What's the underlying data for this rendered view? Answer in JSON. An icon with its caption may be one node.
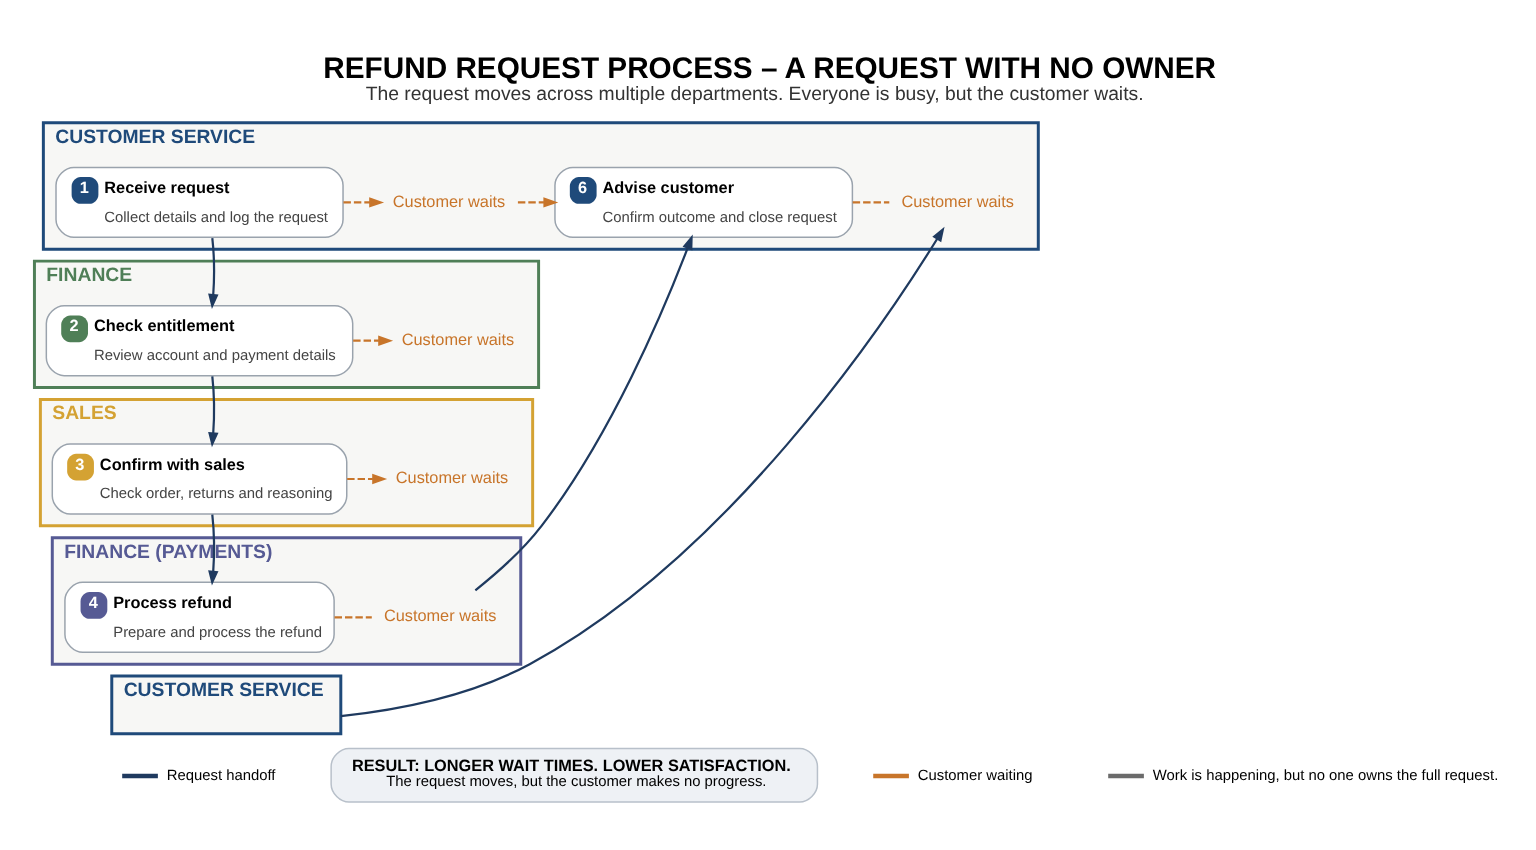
{
  "diagram": {
    "title": "REFUND REQUEST PROCESS – A REQUEST WITH NO OWNER",
    "caption": "The request moves across multiple departments. Everyone is busy, but the customer waits.",
    "nodes": [
      {
        "text": [
          "CUSTOMER SERVICE"
        ]
      },
      {
        "text": [
          "1",
          "Receive request",
          "Collect details and log the request"
        ],
        "in": 0
      },
      {
        "text": [
          "Customer waits"
        ],
        "in": 0
      },
      {
        "text": [
          "6",
          "Advise customer",
          "Confirm outcome and close request"
        ],
        "in": 0
      },
      {
        "text": [
          "Customer waits"
        ],
        "in": 0
      },
      {
        "text": [
          "FINANCE"
        ]
      },
      {
        "text": [
          "2",
          "Check entitlement",
          "Review account and payment details"
        ],
        "in": 5
      },
      {
        "text": [
          "Customer waits"
        ],
        "in": 5
      },
      {
        "text": [
          "SALES"
        ]
      },
      {
        "text": [
          "3",
          "Confirm with sales",
          "Check order, returns and reasoning"
        ],
        "in": 8
      },
      {
        "text": [
          "Customer waits"
        ],
        "in": 8
      },
      {
        "text": [
          "FINANCE (PAYMENTS)"
        ]
      },
      {
        "text": [
          "4",
          "Process refund",
          "Prepare and process the refund"
        ],
        "in": 11
      },
      {
        "text": [
          "Customer waits"
        ],
        "in": 11
      },
      {
        "text": [
          "CUSTOMER SERVICE"
        ]
      },
      {
        "text": [
          "RESULT: LONGER WAIT TIMES. LOWER SATISFACTION.",
          "The request moves, but the customer makes no progress."
        ]
      }
    ],
    "edges": [
      {
        "from": 1,
        "to": 6,
        "arrow": "to",
        "color": "#1f3a5f"
      },
      {
        "from": 6,
        "to": 9,
        "arrow": "to",
        "color": "#1f3a5f"
      },
      {
        "from": 9,
        "to": 12,
        "arrow": "to",
        "color": "#1f3a5f"
      },
      {
        "from": 1,
        "to": 2,
        "arrow": "to",
        "style": "dashed"
      },
      {
        "from": 2,
        "to": 3,
        "arrow": "to",
        "style": "dashed"
      },
      {
        "from": 3,
        "to": 4,
        "arrow": "none",
        "style": "dashed"
      },
      {
        "from": 6,
        "to": 7,
        "arrow": "to",
        "style": "dashed"
      },
      {
        "from": 9,
        "to": 10,
        "arrow": "to",
        "style": "dashed"
      },
      {
        "from": 12,
        "to": 13,
        "arrow": "none",
        "style": "dashed"
      },
      {
        "from": 13,
        "to": 3,
        "arrow": "to",
        "color": "#1f3a5f"
      },
      {
        "from": 14,
        "to": 4,
        "arrow": "to",
        "color": "#1f3a5f"
      }
    ],
    "legend": [
      {
        "text": "Request handoff"
      },
      {
        "text": "Customer waiting"
      },
      {
        "text": "Work is happening, but no one owns the full request."
      }
    ]
  }
}
